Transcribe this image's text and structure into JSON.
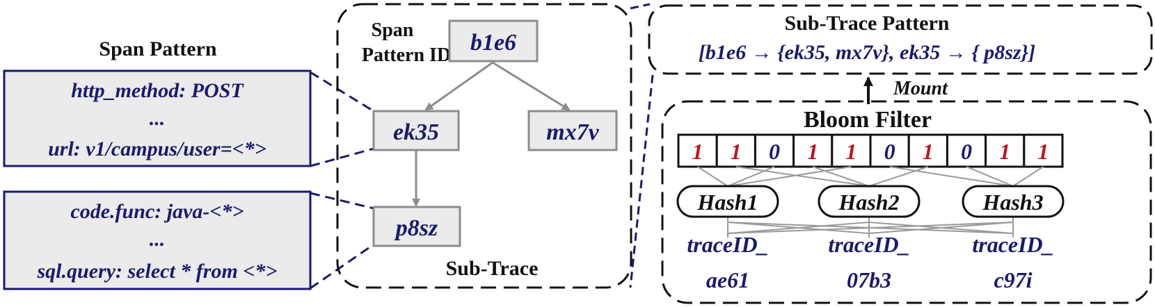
{
  "span_pattern": {
    "title": "Span Pattern",
    "box1_lines": [
      "http_method: POST",
      "...",
      "url: v1/campus/user=<*>"
    ],
    "box2_lines": [
      "code.func: java-<*>",
      "...",
      "sql.query: select * from <*>"
    ]
  },
  "sub_trace": {
    "id_label_line1": "Span",
    "id_label_line2": "Pattern ID",
    "root": "b1e6",
    "left_child": "ek35",
    "right_child": "mx7v",
    "grandchild": "p8sz",
    "caption": "Sub-Trace"
  },
  "pattern_panel": {
    "title": "Sub-Trace Pattern",
    "content": "[b1e6 → {ek35, mx7v}, ek35 → { p8sz}]"
  },
  "mount_label": "Mount",
  "bloom_filter": {
    "title": "Bloom Filter",
    "bits": [
      "1",
      "1",
      "0",
      "1",
      "1",
      "0",
      "1",
      "0",
      "1",
      "1"
    ],
    "hashes": [
      "Hash1",
      "Hash2",
      "Hash3"
    ],
    "trace_ids": [
      {
        "line1": "traceID_",
        "line2": "ae61"
      },
      {
        "line1": "traceID_",
        "line2": "07b3"
      },
      {
        "line1": "traceID_",
        "line2": "c97i"
      }
    ]
  },
  "colors": {
    "navy": "#1a1a6e",
    "red_bit": "#c0141e",
    "box_fill": "#ebebeb",
    "node_border": "#8c8c8c"
  }
}
